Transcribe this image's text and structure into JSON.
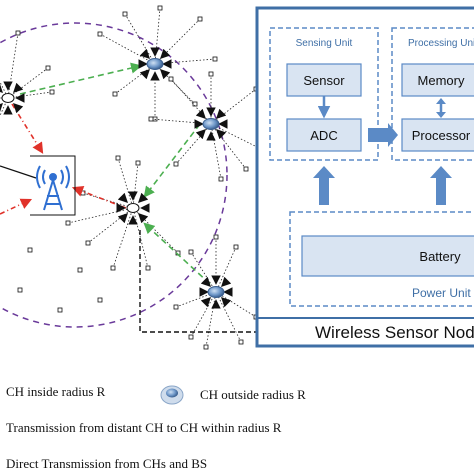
{
  "wsn_block": {
    "title": "Wireless Sensor Node",
    "sensing_unit": {
      "title": "Sensing Unit",
      "sensor": "Sensor",
      "adc": "ADC"
    },
    "processing_unit": {
      "title": "Processing Unit",
      "memory": "Memory",
      "processor": "Processor"
    },
    "power_unit": {
      "title": "Power Unit",
      "battery": "Battery"
    }
  },
  "legend": {
    "ch_inside": "CH inside radius R",
    "ch_outside": "CH outside radius R",
    "transmission_distant": "Transmission from distant CH to CH within radius R",
    "direct_transmission": "Direct Transmission from CHs and BS"
  },
  "colors": {
    "accent_blue": "#3f6fa6",
    "box_fill": "#d9e4f2",
    "arrow_blue": "#5b8ac6",
    "green_link": "#4caf50",
    "red_link": "#e0322a",
    "radius_circle": "#6a3a9a",
    "bs_tower": "#2f6fd1"
  }
}
